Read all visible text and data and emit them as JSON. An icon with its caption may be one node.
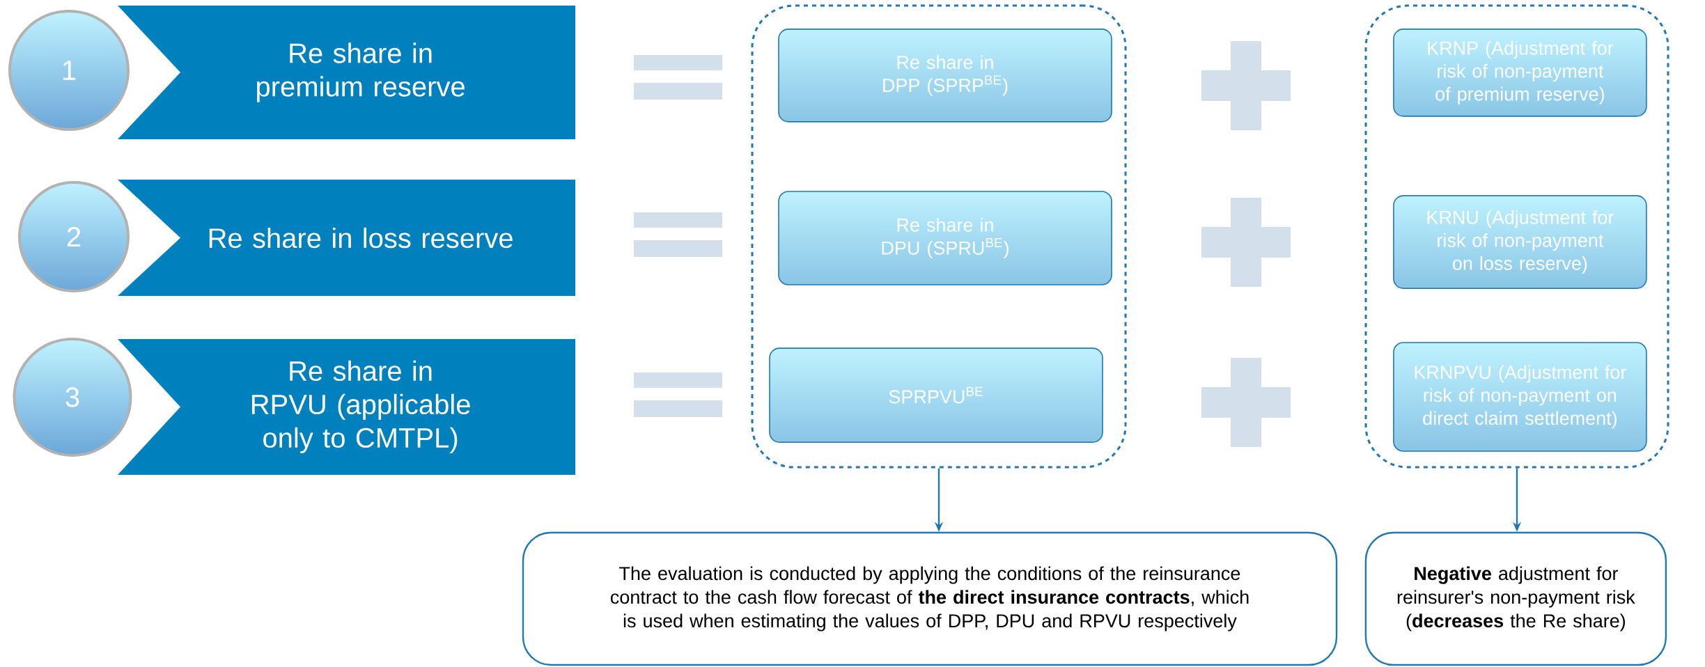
{
  "diagram": {
    "nodes": [
      {
        "text": [
          "1"
        ]
      },
      {
        "text": [
          "Re share in premium reserve"
        ]
      },
      {
        "text": [
          "2"
        ]
      },
      {
        "text": [
          "Re share in loss reserve"
        ]
      },
      {
        "text": [
          "3"
        ]
      },
      {
        "text": [
          "Re share in RPVU (applicable only to CMTPL)"
        ]
      },
      {
        "text": [],
        "shape": "box"
      },
      {
        "text": [
          "Re share in DPP (SPRP$^{BE}$)"
        ],
        "in": 6
      },
      {
        "text": [
          "Re share in DPU (SPRU$^{BE}$)"
        ],
        "in": 6
      },
      {
        "text": [
          "SPRPVU$^{BE}$"
        ],
        "in": 6
      },
      {
        "text": [],
        "shape": "box"
      },
      {
        "text": [
          "KRNP (Adjustment for risk of non-payment of premium reserve)"
        ],
        "in": 10
      },
      {
        "text": [
          "KRNU (Adjustment for risk of non-payment on loss reserve)"
        ],
        "in": 10
      },
      {
        "text": [
          "KRNPVU (Adjustment for risk of non-payment on direct claim settlement)"
        ],
        "in": 10
      },
      {
        "text": [
          "The evaluation is conducted by applying the conditions of the reinsurance contract to the cash flow forecast of **the direct insurance contracts**, which is used when estimating the values of DPP, DPU and RPVU respectively"
        ]
      },
      {
        "text": [
          "**Negative** adjustment for reinsurer's non-payment risk (**decreases** the Re share)"
        ]
      }
    ],
    "edges": [
      {
        "from": 6,
        "to": 14,
        "arrow": "to"
      },
      {
        "from": 10,
        "to": 15,
        "arrow": "to"
      }
    ]
  }
}
